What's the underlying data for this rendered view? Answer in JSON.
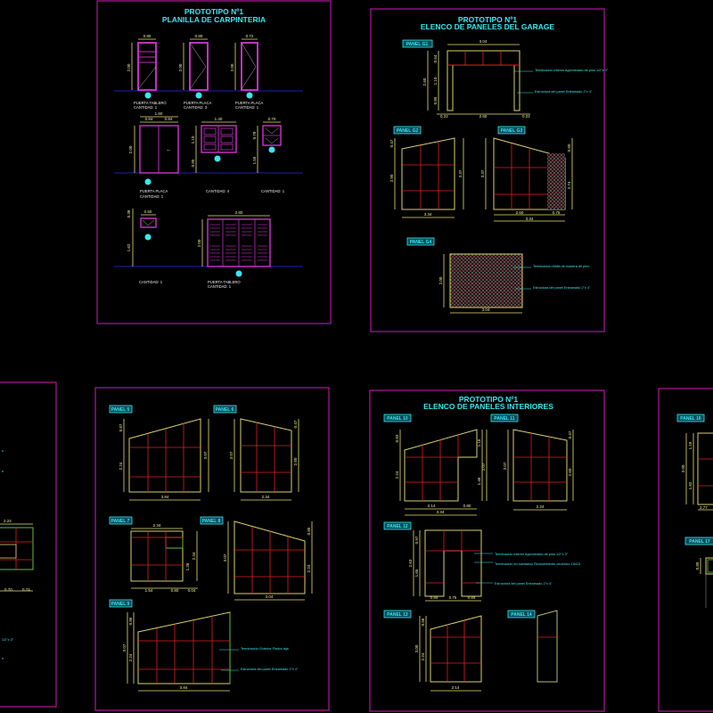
{
  "sheets": {
    "carpinteria": {
      "title_line1": "PROTOTIPO Nº1",
      "title_line2": "PLANILLA DE CARPINTERIA",
      "items": [
        {
          "name": "PUERTA TABLERO",
          "qty": "CANTIDAD: 1",
          "width": "0.80",
          "height": "2.00"
        },
        {
          "name": "PUERTA PLACA",
          "qty": "CANTIDAD: 3",
          "width": "0.80",
          "height": "2.00"
        },
        {
          "name": "PUERTA PLACA",
          "qty": "CANTIDAD: 1",
          "width": "0.72",
          "height": "2.00"
        },
        {
          "name": "PUERTA PLACA",
          "qty": "CANTIDAD: 1",
          "width": "1.60",
          "width_a": "0.84",
          "width_b": "0.84",
          "height": "2.00"
        },
        {
          "name": "",
          "qty": "CANTIDAD: 4",
          "width": "1.40",
          "height": "1.10",
          "sill": "0.85"
        },
        {
          "name": "",
          "qty": "CANTIDAD: 1",
          "width": "0.70",
          "height": "0.78",
          "sill": "1.55"
        },
        {
          "name": "",
          "qty": "CANTIDAD: 1",
          "width": "0.50",
          "height": "0.38",
          "sill": "1.62"
        },
        {
          "name": "PUERTA TABLERO",
          "qty": "CANTIDAD: 1",
          "width": "2.80",
          "height": "2.00"
        }
      ]
    },
    "garage": {
      "title_line1": "PROTOTIPO Nº1",
      "title_line2": "ELENCO DE PANELES DEL GARAGE",
      "panels": [
        {
          "label": "PANEL G1",
          "width": "3.04",
          "opening": "2.60",
          "side_l": "0.22",
          "side_r": "0.22",
          "h_total": "2.60",
          "h_top": "0.64",
          "h_mid": "1.10",
          "h_bot": "0.85"
        },
        {
          "label": "PANEL G2",
          "width": "3.34",
          "h_left": "2.90",
          "h_diff": "0.47",
          "h_right": "3.37"
        },
        {
          "label": "PANEL G3",
          "width": "3.34",
          "w_a": "2.60",
          "w_b": "0.75",
          "h_left": "3.37",
          "h_diff": "0.60",
          "h_right": "2.74"
        },
        {
          "label": "PANEL G4",
          "width": "3.04",
          "height": "2.00"
        }
      ],
      "notes": [
        "Terminación interior Aglomerado de pino 1/2\"x 3\"",
        "Estructura del panel Entramado 2\"x 4\"",
        "Terminación Malla de madera de pino",
        "Estructura del panel Entramado 2\"x 4\""
      ]
    },
    "paneles_5_9": {
      "panels": [
        {
          "label": "PANEL 5",
          "width": "3.84",
          "h_left": "2.24",
          "h_diff": "0.87",
          "h_right": "3.07"
        },
        {
          "label": "PANEL 6",
          "width": "2.34",
          "h_left": "3.07",
          "h_diff": "0.47",
          "h_right": "2.60"
        },
        {
          "label": "PANEL 7",
          "width": "2.34",
          "w_a": "1.54",
          "w_b": "0.80",
          "w_c": "0.04",
          "h_total": "2.34",
          "h_a": "1.26"
        },
        {
          "label": "PANEL 8",
          "width": "3.04",
          "h_left": "3.07",
          "h_diff": "0.85",
          "h_right": "2.24"
        },
        {
          "label": "PANEL 9",
          "width": "3.84",
          "h_left": "2.24",
          "h_diff": "0.86",
          "h_right": "3.07"
        }
      ],
      "notes": [
        "Terminación Exterior Piedra laja",
        "Estructura del panel Entramado 2\"x 4\""
      ]
    },
    "interiores": {
      "title_line1": "PROTOTIPO Nº1",
      "title_line2": "ELENCO DE PANELES INTERIORES",
      "panels": [
        {
          "label": "PANEL 10",
          "w_a": "2.14",
          "w_b": "0.80",
          "width": "3.34",
          "h_left": "2.24",
          "h_diff": "0.83",
          "h_right_top": "1.15",
          "h_right_bot": "1.46",
          "h_right": "2.07"
        },
        {
          "label": "PANEL 11",
          "width": "2.24",
          "h_left": "3.07",
          "h_diff": "0.47",
          "h_right": "2.60"
        },
        {
          "label": "PANEL 12",
          "w_a": "0.84",
          "w_b": "0.75",
          "w_c": "0.84",
          "h_total": "2.63",
          "h_top": "0.97",
          "h_bot": "1.65"
        },
        {
          "label": "PANEL 13",
          "width": "2.14",
          "h_total": "3.00",
          "h_diff": "0.56",
          "h_left": "2.24"
        },
        {
          "label": "PANEL 14"
        }
      ],
      "notes": [
        "Terminación interior Aglomerado de pino 1/2\"x 3\"",
        "Terminación en sanitarios Revestimiento cerámico 15x15",
        "Estructura del panel Entramado 2\"x 4\""
      ]
    },
    "partial_left": {
      "dims": [
        "2.24",
        "0.70",
        "0.74"
      ],
      "note": "1/2\"x 3\""
    },
    "partial_right": {
      "panels": [
        {
          "label": "PANEL 16",
          "h_total": "3.00",
          "h_a": "1.18",
          "h_b": "1.82",
          "width": "2.77"
        },
        {
          "label": "PANEL 17",
          "height": "0.80"
        }
      ]
    }
  }
}
